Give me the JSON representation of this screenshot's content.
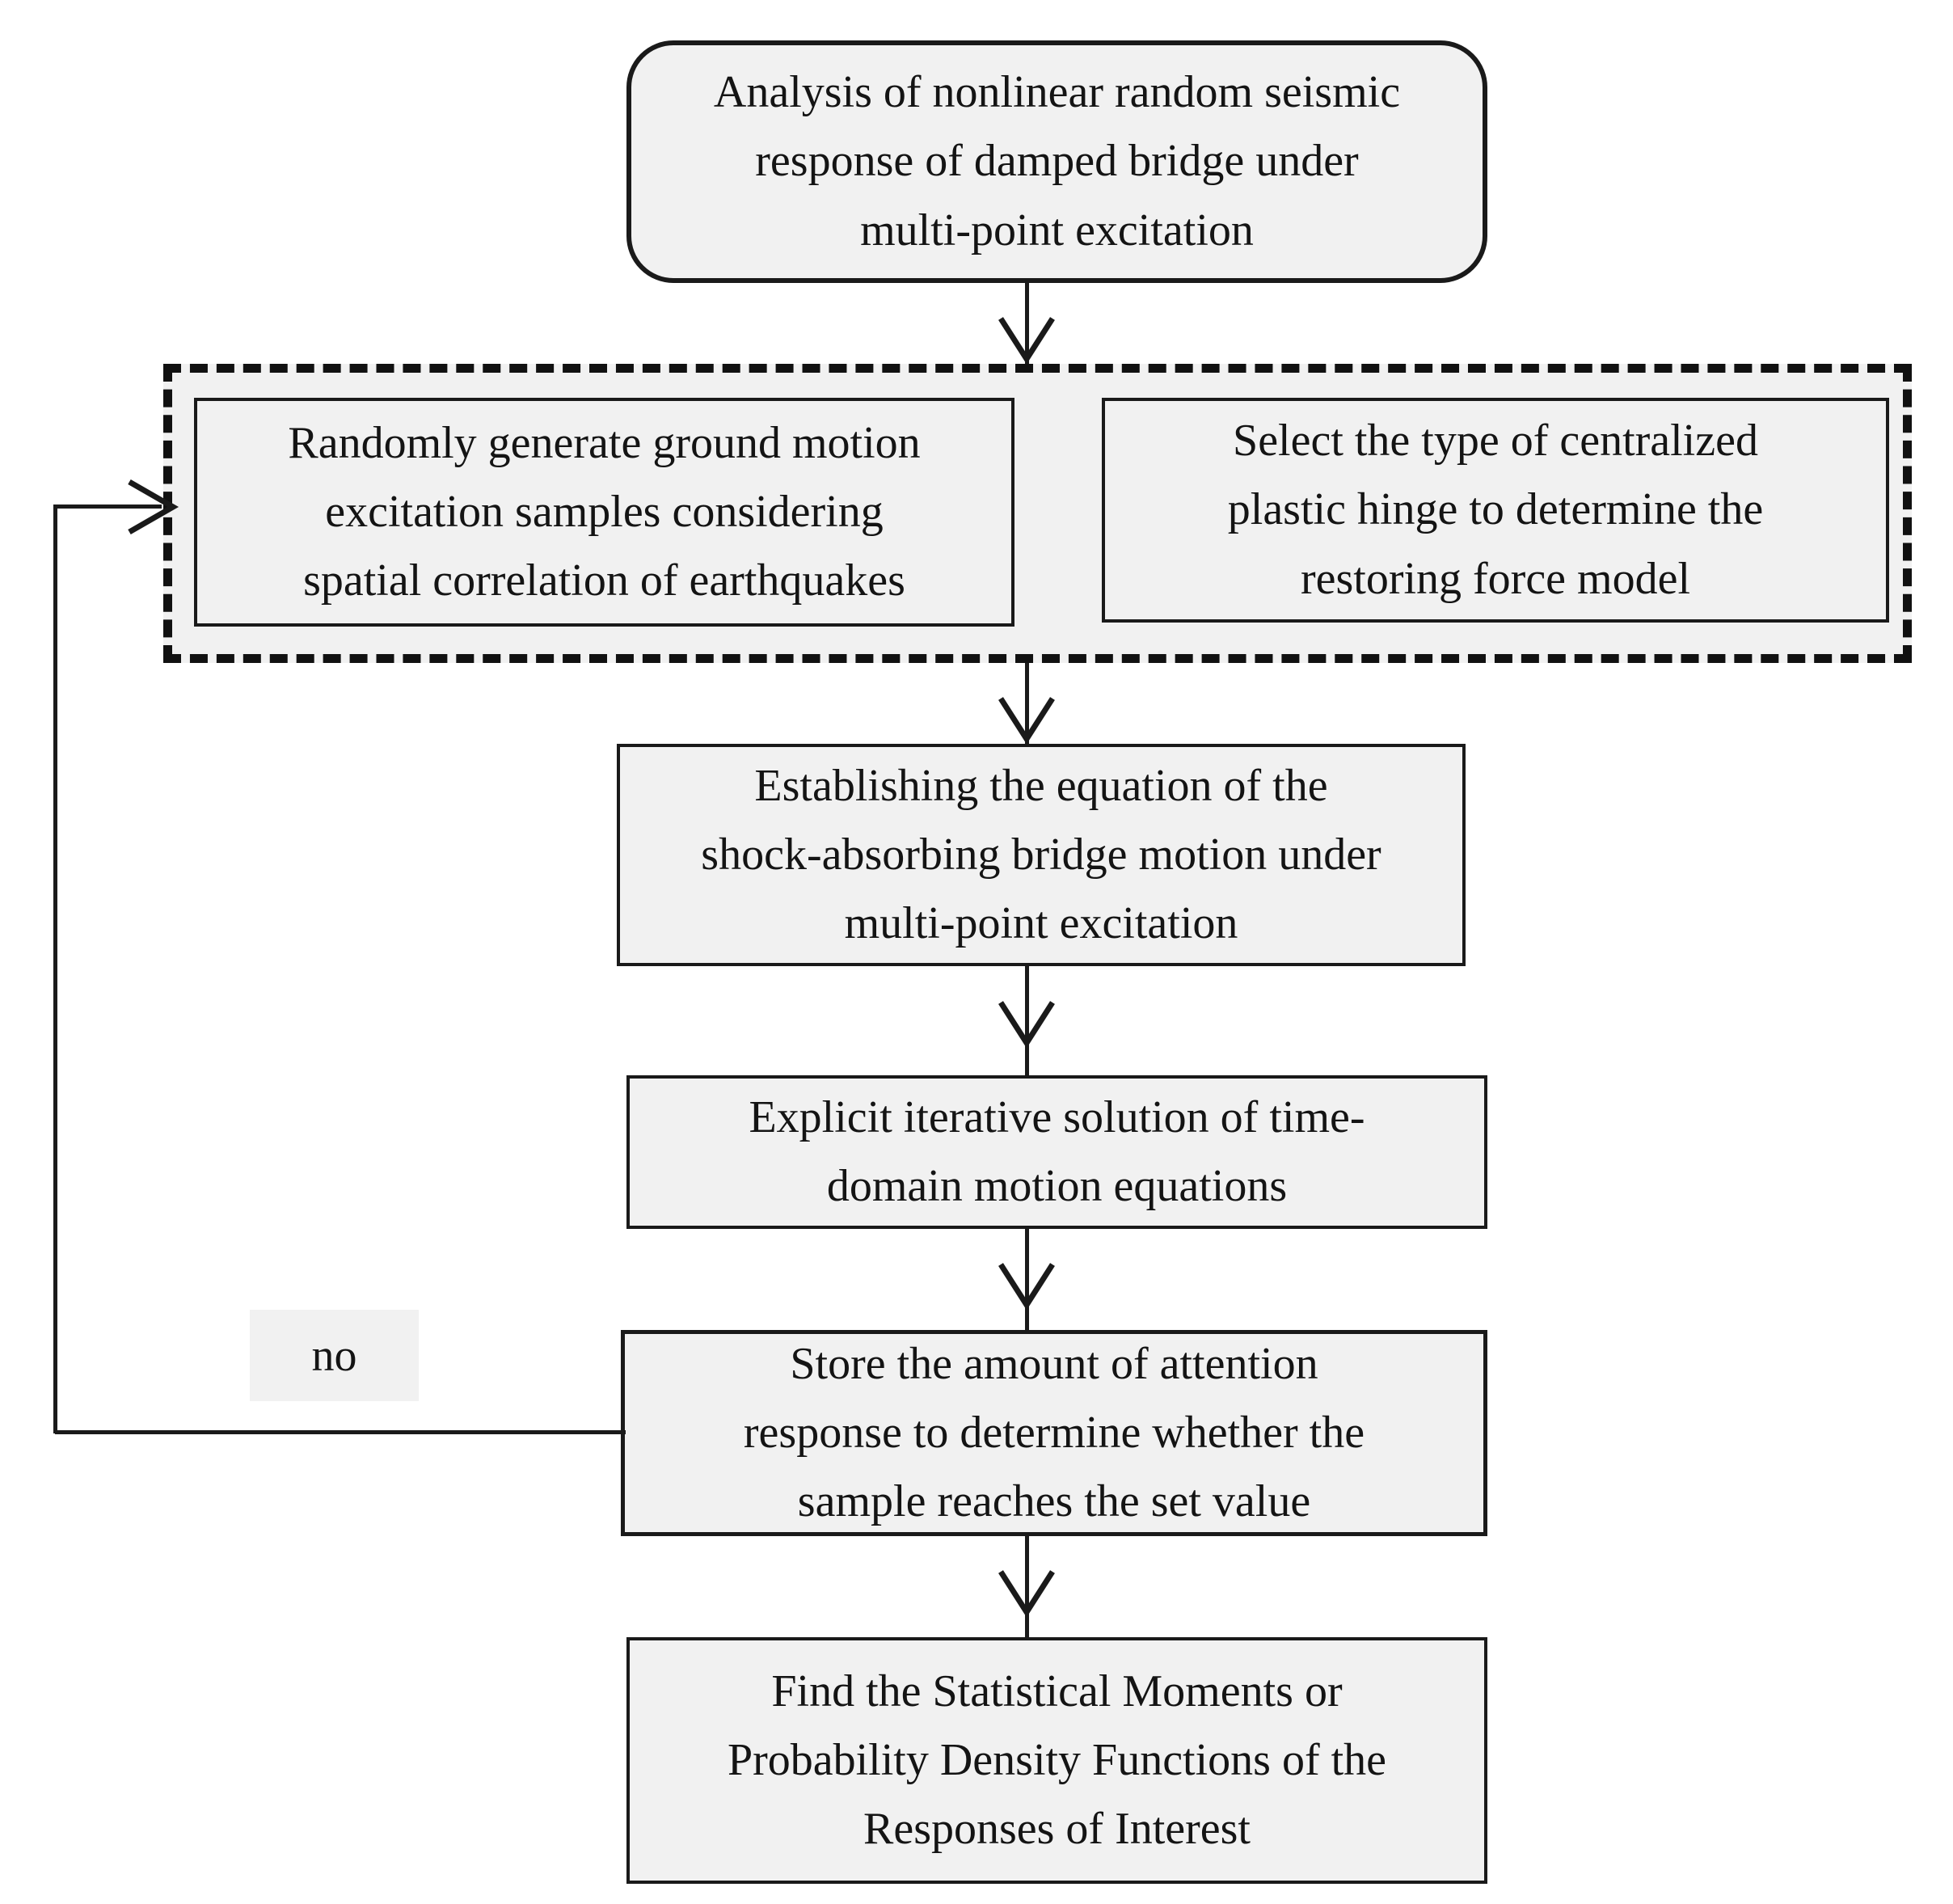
{
  "diagram": {
    "title": "Nonlinear random seismic response analysis flowchart",
    "background_color": "#ffffff",
    "node_fill_color": "#f1f1f1",
    "node_border_color": "#1a1a1a",
    "connector_color": "#1a1a1a"
  },
  "nodes": {
    "start": {
      "id": "start",
      "shape": "rounded-rectangle",
      "text": "Analysis of nonlinear random seismic\nresponse of damped bridge under\nmulti-point excitation"
    },
    "ground_motion": {
      "id": "ground-motion",
      "shape": "rectangle",
      "text": "Randomly generate ground motion\nexcitation samples considering\nspatial correlation of earthquakes"
    },
    "plastic_hinge": {
      "id": "plastic-hinge",
      "shape": "rectangle",
      "text": "Select the type of centralized\nplastic hinge to determine the\nrestoring force model"
    },
    "equation": {
      "id": "equation",
      "shape": "rectangle",
      "text": "Establishing the equation of the\nshock-absorbing bridge motion under\nmulti-point excitation"
    },
    "iterative": {
      "id": "iterative",
      "shape": "rectangle",
      "text": "Explicit iterative solution of time-\ndomain motion equations"
    },
    "store": {
      "id": "store",
      "shape": "rectangle",
      "text": "Store the amount of attention\nresponse to determine whether the\nsample reaches the set value"
    },
    "result": {
      "id": "result",
      "shape": "rectangle",
      "text": "Find the Statistical Moments or\nProbability Density Functions of the\nResponses of Interest"
    }
  },
  "group": {
    "id": "inputs-group",
    "border_style": "dashed",
    "members": [
      "ground-motion",
      "plastic-hinge"
    ]
  },
  "edges": [
    {
      "id": "start-to-group",
      "from": "start",
      "to": "inputs-group",
      "label": "",
      "arrow": "down"
    },
    {
      "id": "group-to-equation",
      "from": "inputs-group",
      "to": "equation",
      "label": "",
      "arrow": "down"
    },
    {
      "id": "equation-to-iterative",
      "from": "equation",
      "to": "iterative",
      "label": "",
      "arrow": "down"
    },
    {
      "id": "iterative-to-store",
      "from": "iterative",
      "to": "store",
      "label": "",
      "arrow": "down"
    },
    {
      "id": "store-to-result",
      "from": "store",
      "to": "result",
      "label": "",
      "arrow": "down"
    },
    {
      "id": "feedback-loop",
      "from": "store",
      "to": "ground-motion",
      "label": "no",
      "arrow": "right"
    }
  ],
  "labels": {
    "feedback_no": "no"
  }
}
